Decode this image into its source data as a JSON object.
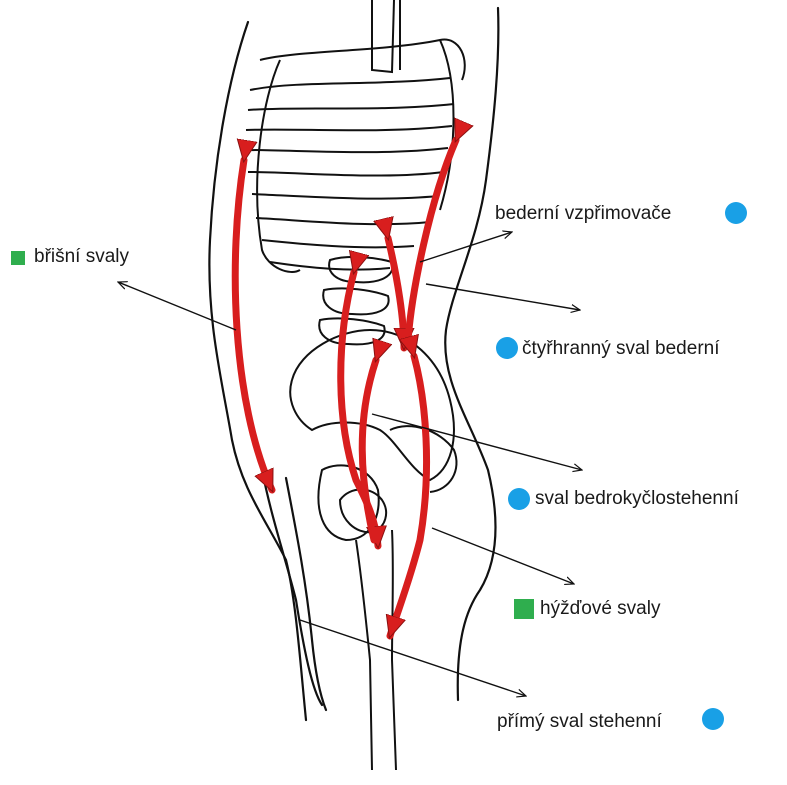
{
  "colors": {
    "line": "#111111",
    "arrow": "#d81e1e",
    "stabilizer": "#19a0e6",
    "weak": "#2fae4e",
    "paper": "#ffffff"
  },
  "legend_note": {
    "circle_meaning": "blue-circle",
    "square_meaning": "green-square"
  },
  "labels": {
    "abdominal": "břišní svaly",
    "erector": "bederní vzpřimovače",
    "quadratus": "čtyřhranný sval bederní",
    "iliopsoas": "sval bedrokyčlostehenní",
    "gluteal": "hýžďové svaly",
    "rectus_femoris": "přímý sval stehenní"
  }
}
